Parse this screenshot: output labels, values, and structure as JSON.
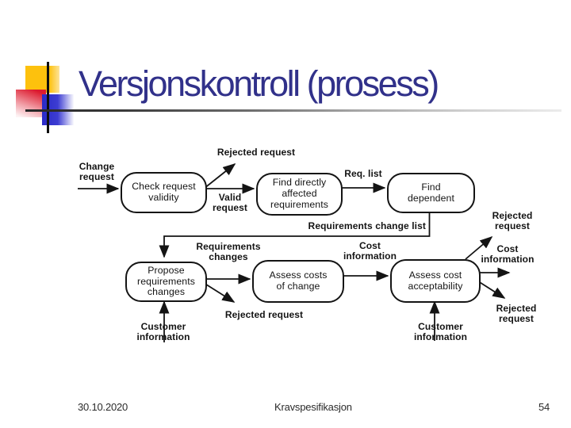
{
  "slide": {
    "title": "Versjonskontroll (prosess)",
    "footer": {
      "date": "30.10.2020",
      "center_label": "Kravspesifikasjon",
      "page_number": "54"
    }
  },
  "diagram": {
    "boxes": {
      "check_validity": [
        "Check request",
        "validity"
      ],
      "find_affected": [
        "Find directly",
        "affected",
        "requirements"
      ],
      "find_dependent": [
        "Find",
        "dependent"
      ],
      "propose_changes": [
        "Propose",
        "requirements",
        "changes"
      ],
      "assess_costs": [
        "Assess costs",
        "of change"
      ],
      "assess_acceptability": [
        "Assess cost",
        "acceptability"
      ]
    },
    "edge_labels": {
      "change_request": [
        "Change",
        "request"
      ],
      "rejected_request_top": "Rejected request",
      "valid_request": [
        "Valid",
        "request"
      ],
      "req_list": "Req. list",
      "requirements_change_list": "Requirements change list",
      "requirements_changes": [
        "Requirements",
        "changes"
      ],
      "cost_information_mid": [
        "Cost",
        "information"
      ],
      "rejected_request_right_top": [
        "Rejected",
        "request"
      ],
      "cost_information_right": [
        "Cost",
        "information"
      ],
      "rejected_request_right_bottom": [
        "Rejected",
        "request"
      ],
      "rejected_request_bottom": "Rejected request",
      "customer_information_left": [
        "Customer",
        "information"
      ],
      "customer_information_right": [
        "Customer",
        "information"
      ]
    }
  },
  "colors": {
    "title_text": "#31318A",
    "accent_yellow": "#FDC10D",
    "accent_red": "#DC1A2E",
    "accent_blue": "#2A2AC8",
    "diagram_ink": "#141414"
  }
}
